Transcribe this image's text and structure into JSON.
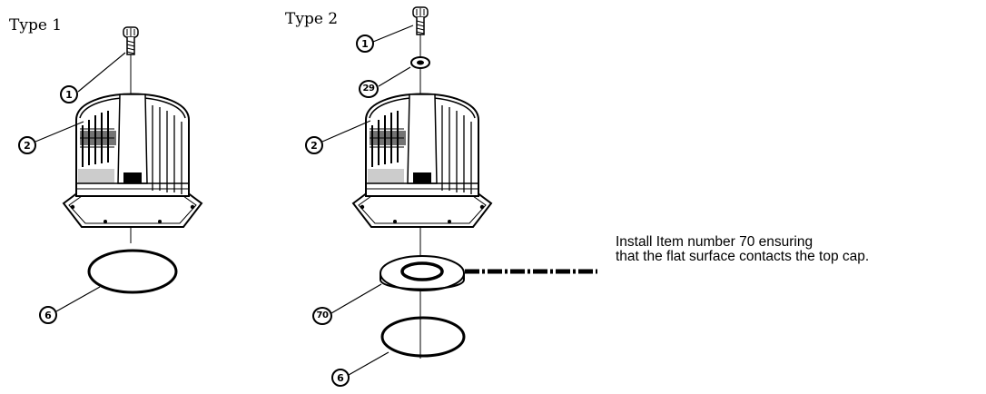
{
  "labels": {
    "type1": "Type 1",
    "type2": "Type 2"
  },
  "callouts": {
    "t1_screw": "1",
    "t1_cap": "2",
    "t1_oring": "6",
    "t2_screw": "1",
    "t2_washer": "29",
    "t2_cap": "2",
    "t2_ring": "70",
    "t2_oring": "6"
  },
  "note": {
    "line1": "Install Item number 70 ensuring",
    "line2": "that the flat surface contacts the top cap."
  }
}
